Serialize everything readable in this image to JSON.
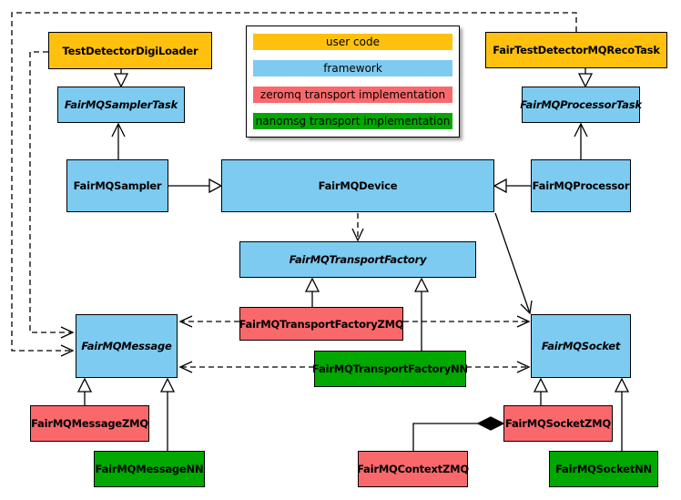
{
  "colors": {
    "user": "#FFC10E",
    "framework": "#7DCBF1",
    "zeromq": "#F9696C",
    "nanomsg": "#00A800",
    "border": "#000000",
    "background": "#FFFFFF"
  },
  "legend": {
    "items": [
      {
        "label": "user code",
        "color": "#FFC10E"
      },
      {
        "label": "framework",
        "color": "#7DCBF1"
      },
      {
        "label": "zeromq transport implementation",
        "color": "#F9696C"
      },
      {
        "label": "nanomsg transport implementation",
        "color": "#00A800"
      }
    ]
  },
  "nodes": {
    "testDetectorDigiLoader": {
      "label": "TestDetectorDigiLoader",
      "category": "user code"
    },
    "fairTestDetectorMQRecoTask": {
      "label": "FairTestDetectorMQRecoTask",
      "category": "user code"
    },
    "fairMQSamplerTask": {
      "label": "FairMQSamplerTask",
      "category": "framework",
      "abstract": true
    },
    "fairMQProcessorTask": {
      "label": "FairMQProcessorTask",
      "category": "framework",
      "abstract": true
    },
    "fairMQSampler": {
      "label": "FairMQSampler",
      "category": "framework"
    },
    "fairMQDevice": {
      "label": "FairMQDevice",
      "category": "framework"
    },
    "fairMQProcessor": {
      "label": "FairMQProcessor",
      "category": "framework"
    },
    "fairMQTransportFactory": {
      "label": "FairMQTransportFactory",
      "category": "framework",
      "abstract": true
    },
    "fairMQTransportFactoryZMQ": {
      "label": "FairMQTransportFactoryZMQ",
      "category": "zeromq transport implementation"
    },
    "fairMQTransportFactoryNN": {
      "label": "FairMQTransportFactoryNN",
      "category": "nanomsg transport implementation"
    },
    "fairMQMessage": {
      "label": "FairMQMessage",
      "category": "framework",
      "abstract": true
    },
    "fairMQSocket": {
      "label": "FairMQSocket",
      "category": "framework",
      "abstract": true
    },
    "fairMQMessageZMQ": {
      "label": "FairMQMessageZMQ",
      "category": "zeromq transport implementation"
    },
    "fairMQMessageNN": {
      "label": "FairMQMessageNN",
      "category": "nanomsg transport implementation"
    },
    "fairMQContextZMQ": {
      "label": "FairMQContextZMQ",
      "category": "zeromq transport implementation"
    },
    "fairMQSocketZMQ": {
      "label": "FairMQSocketZMQ",
      "category": "zeromq transport implementation"
    },
    "fairMQSocketNN": {
      "label": "FairMQSocketNN",
      "category": "nanomsg transport implementation"
    }
  },
  "relationships": [
    {
      "from": "TestDetectorDigiLoader",
      "to": "FairMQSamplerTask",
      "type": "inheritance"
    },
    {
      "from": "FairTestDetectorMQRecoTask",
      "to": "FairMQProcessorTask",
      "type": "inheritance"
    },
    {
      "from": "FairMQSampler",
      "to": "FairMQDevice",
      "type": "inheritance"
    },
    {
      "from": "FairMQProcessor",
      "to": "FairMQDevice",
      "type": "inheritance"
    },
    {
      "from": "FairMQTransportFactoryZMQ",
      "to": "FairMQTransportFactory",
      "type": "inheritance"
    },
    {
      "from": "FairMQTransportFactoryNN",
      "to": "FairMQTransportFactory",
      "type": "inheritance"
    },
    {
      "from": "FairMQMessageZMQ",
      "to": "FairMQMessage",
      "type": "inheritance"
    },
    {
      "from": "FairMQMessageNN",
      "to": "FairMQMessage",
      "type": "inheritance"
    },
    {
      "from": "FairMQSocketZMQ",
      "to": "FairMQSocket",
      "type": "inheritance"
    },
    {
      "from": "FairMQSocketNN",
      "to": "FairMQSocket",
      "type": "inheritance"
    },
    {
      "from": "FairMQSampler",
      "to": "FairMQSamplerTask",
      "type": "association"
    },
    {
      "from": "FairMQProcessor",
      "to": "FairMQProcessorTask",
      "type": "association"
    },
    {
      "from": "FairMQDevice",
      "to": "FairMQSocket",
      "type": "association"
    },
    {
      "from": "FairMQDevice",
      "to": "FairMQTransportFactory",
      "type": "dependency"
    },
    {
      "from": "FairMQTransportFactoryZMQ",
      "to": "FairMQMessage",
      "type": "dependency"
    },
    {
      "from": "FairMQTransportFactoryZMQ",
      "to": "FairMQSocket",
      "type": "dependency"
    },
    {
      "from": "FairMQTransportFactoryNN",
      "to": "FairMQMessage",
      "type": "dependency"
    },
    {
      "from": "FairMQTransportFactoryNN",
      "to": "FairMQSocket",
      "type": "dependency"
    },
    {
      "from": "TestDetectorDigiLoader",
      "to": "FairMQMessage",
      "type": "dependency"
    },
    {
      "from": "FairTestDetectorMQRecoTask",
      "to": "FairMQMessage",
      "type": "dependency"
    },
    {
      "from": "FairMQContextZMQ",
      "to": "FairMQSocketZMQ",
      "type": "composition"
    }
  ]
}
